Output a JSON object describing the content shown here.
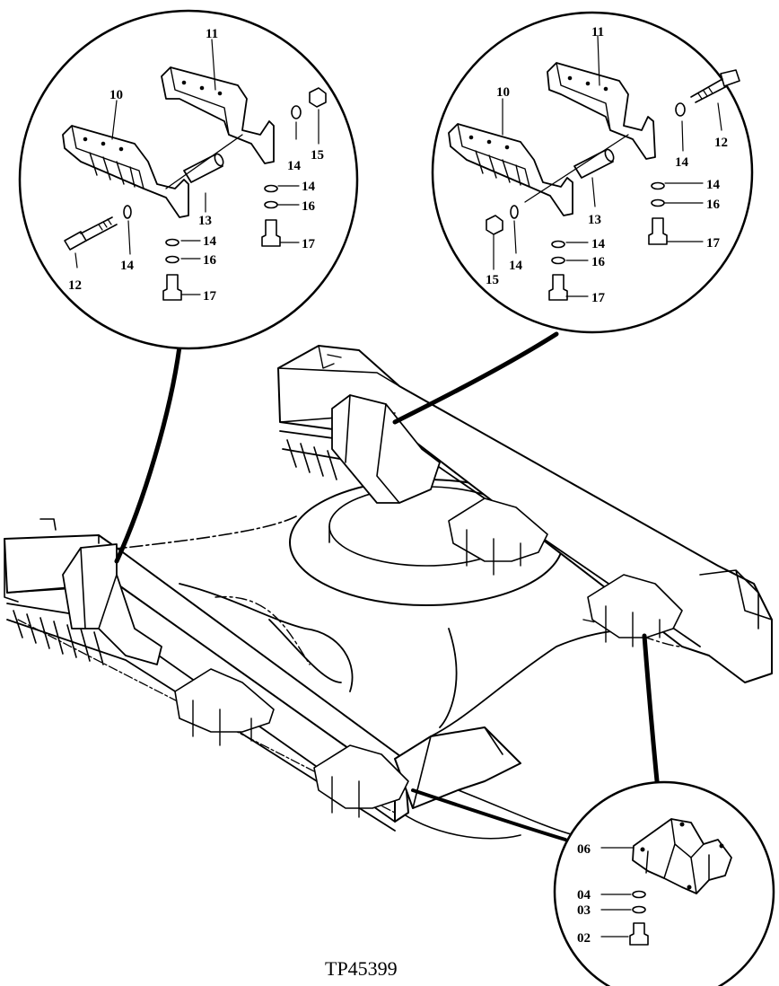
{
  "figure_id": "TP45399",
  "callouts_left": {
    "c10": "10",
    "c11": "11",
    "c12": "12",
    "c13": "13",
    "c14a": "14",
    "c14b": "14",
    "c14c": "14",
    "c14d": "14",
    "c15": "15",
    "c16a": "16",
    "c16b": "16",
    "c17a": "17",
    "c17b": "17"
  },
  "callouts_right": {
    "c10": "10",
    "c11": "11",
    "c12": "12",
    "c13": "13",
    "c14a": "14",
    "c14b": "14",
    "c14c": "14",
    "c14d": "14",
    "c15": "15",
    "c16a": "16",
    "c16b": "16",
    "c17a": "17",
    "c17b": "17"
  },
  "callouts_bottom": {
    "c06": "06",
    "c04": "04",
    "c03": "03",
    "c02": "02"
  }
}
